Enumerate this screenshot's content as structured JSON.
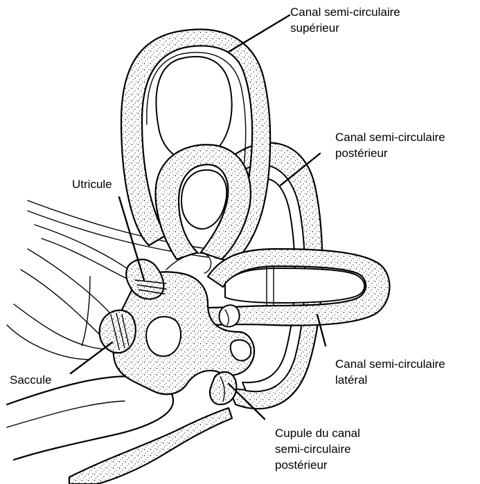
{
  "labels": {
    "superior": [
      "Canal semi-circulaire",
      "supérieur"
    ],
    "posterior": [
      "Canal semi-circulaire",
      "postérieur"
    ],
    "utricle": [
      "Utricule"
    ],
    "lateral": [
      "Canal semi-circulaire",
      "latéral"
    ],
    "saccule": [
      "Saccule"
    ],
    "cupula": [
      "Cupule du canal",
      "semi-circulaire",
      "postérieur"
    ]
  },
  "colors": {
    "ink": "#000000",
    "background": "#ffffff"
  }
}
